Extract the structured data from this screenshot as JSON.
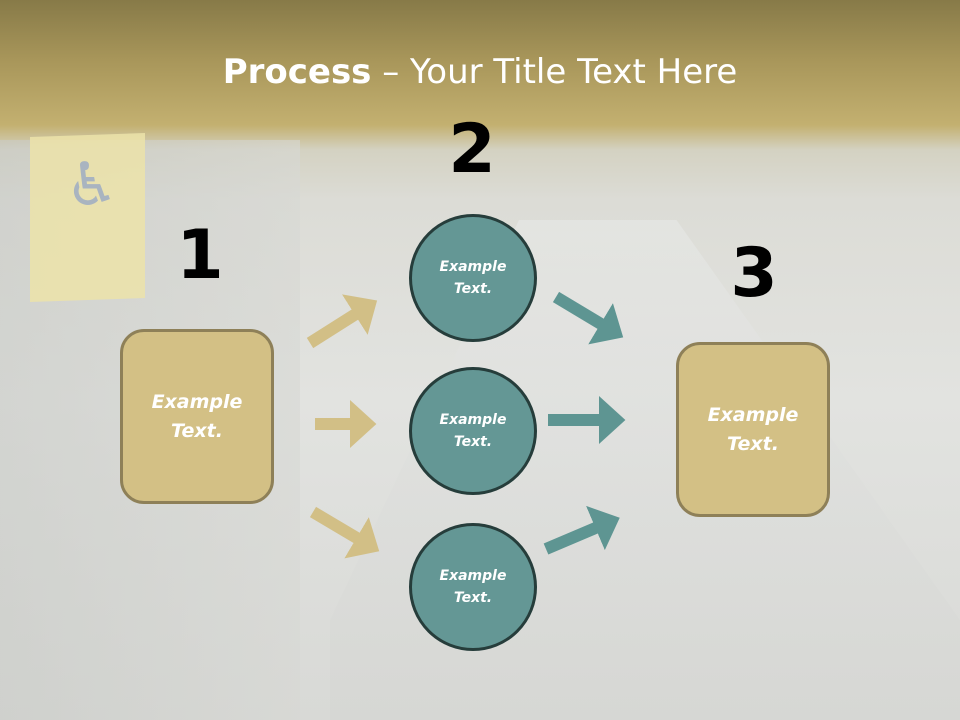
{
  "title": {
    "bold": "Process",
    "rest": " – Your Title Text Here"
  },
  "steps": {
    "one": "1",
    "two": "2",
    "three": "3"
  },
  "left_box": {
    "line1": "Example",
    "line2": "Text."
  },
  "right_box": {
    "line1": "Example",
    "line2": "Text."
  },
  "circles": [
    {
      "line1": "Example",
      "line2": "Text."
    },
    {
      "line1": "Example",
      "line2": "Text."
    },
    {
      "line1": "Example",
      "line2": "Text."
    }
  ],
  "colors": {
    "tan": "#d3c085",
    "teal": "#649795",
    "arrow_tan": "#d2bf86",
    "arrow_teal": "#5e9592"
  }
}
